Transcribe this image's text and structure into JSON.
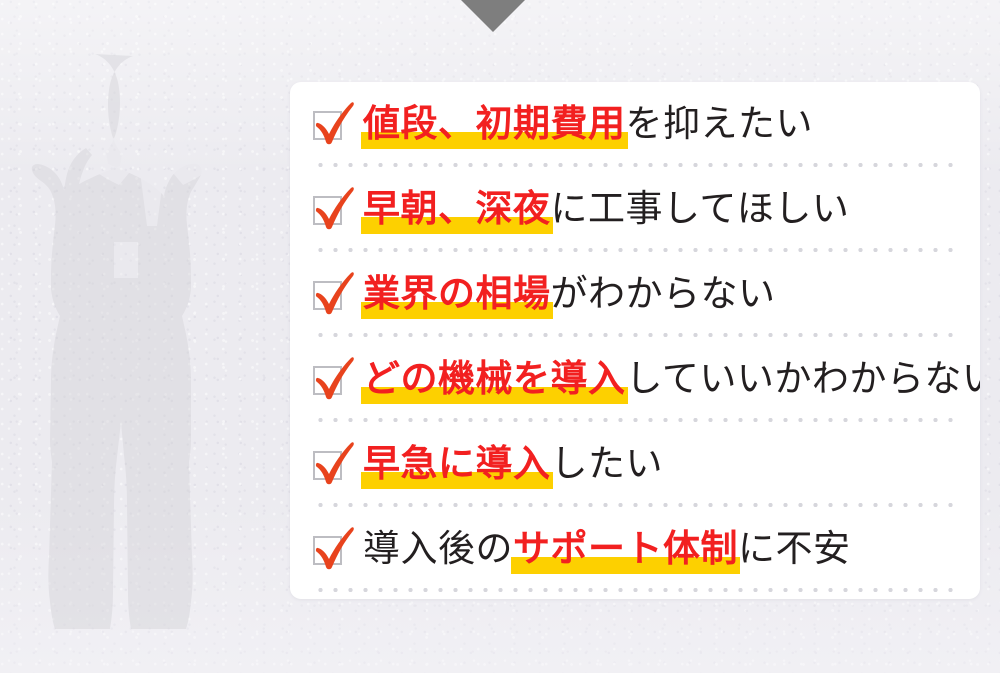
{
  "background": {
    "color": "#ecebf0",
    "silhouette_color": "#d2d1d6",
    "silhouette_alt": "thinking businessman silhouette"
  },
  "top_arrow": {
    "color": "#7e7e7e",
    "direction": "down"
  },
  "card": {
    "background": "#ffffff",
    "divider_color": "#d6d6dc"
  },
  "styles": {
    "highlight_text_color": "#f22020",
    "highlight_marker_color": "#fdd000",
    "plain_text_color": "#231f20",
    "checkbox_border_color": "#bdbdc2",
    "check_mark_color": "#e8431d"
  },
  "checklist": {
    "icon": "checked-checkbox-icon",
    "items": [
      {
        "id": "item-1",
        "full_text": "値段、初期費用を抑えたい",
        "segments": [
          {
            "text": "値段、初期費用",
            "highlight": true
          },
          {
            "text": "を抑えたい",
            "highlight": false
          }
        ]
      },
      {
        "id": "item-2",
        "full_text": "早朝、深夜に工事してほしい",
        "segments": [
          {
            "text": "早朝、深夜",
            "highlight": true
          },
          {
            "text": "に工事してほしい",
            "highlight": false
          }
        ]
      },
      {
        "id": "item-3",
        "full_text": "業界の相場がわからない",
        "segments": [
          {
            "text": "業界の相場",
            "highlight": true
          },
          {
            "text": "がわからない",
            "highlight": false
          }
        ]
      },
      {
        "id": "item-4",
        "full_text": "どの機械を導入していいかわからない",
        "segments": [
          {
            "text": "どの機械を導入",
            "highlight": true
          },
          {
            "text": "していいかわからない",
            "highlight": false
          }
        ]
      },
      {
        "id": "item-5",
        "full_text": "早急に導入したい",
        "segments": [
          {
            "text": "早急に導入",
            "highlight": true
          },
          {
            "text": "したい",
            "highlight": false
          }
        ]
      },
      {
        "id": "item-6",
        "full_text": "導入後のサポート体制に不安",
        "segments": [
          {
            "text": "導入後の",
            "highlight": false
          },
          {
            "text": "サポート体制",
            "highlight": true
          },
          {
            "text": "に不安",
            "highlight": false
          }
        ]
      }
    ]
  }
}
